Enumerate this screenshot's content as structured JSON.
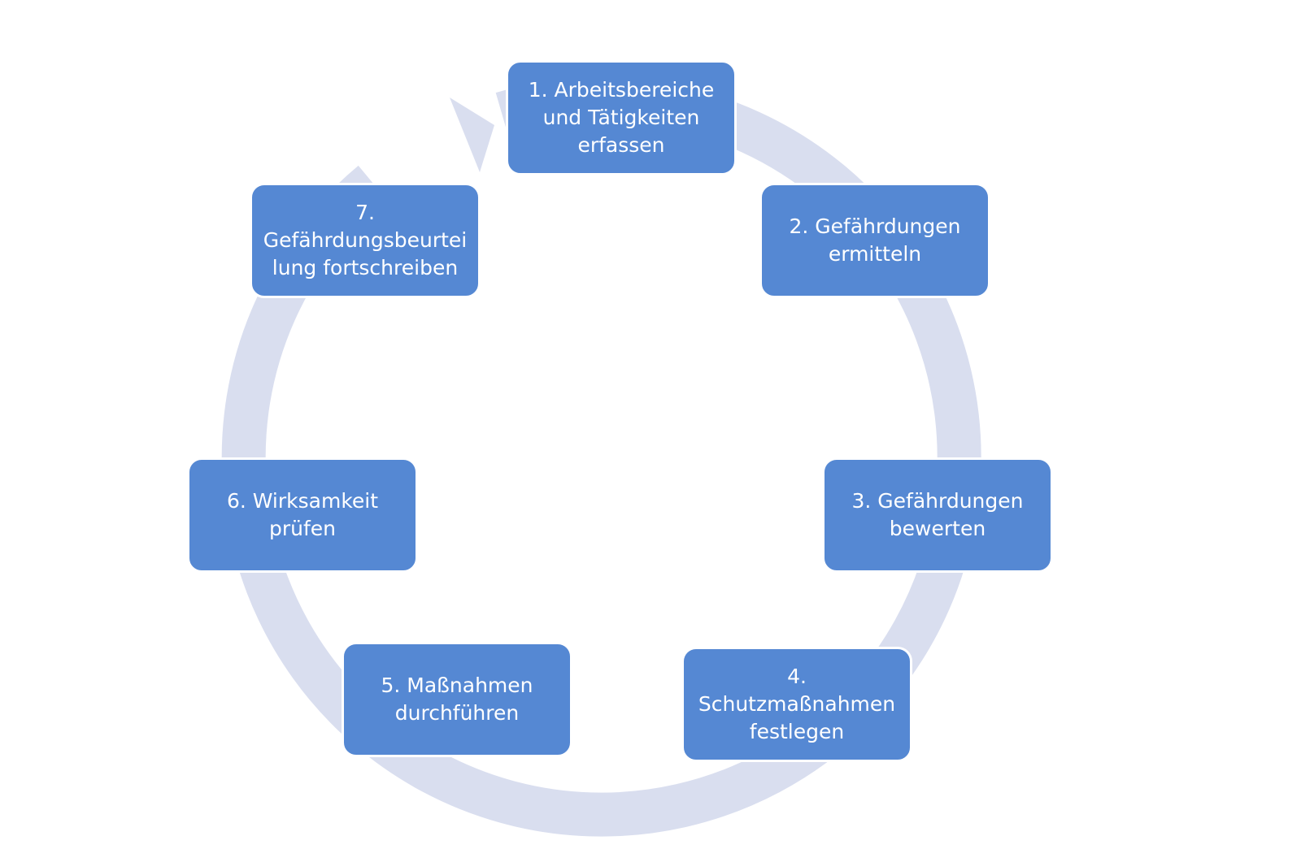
{
  "diagram": {
    "ring_color": "#d9deef",
    "box_color": "#5588d3",
    "text_color": "#ffffff",
    "steps": [
      {
        "label": "1. Arbeitsbereiche\nund Tätigkeiten\nerfassen"
      },
      {
        "label": "2. Gefährdungen\nermitteln"
      },
      {
        "label": "3. Gefährdungen\nbewerten"
      },
      {
        "label": "4.\nSchutzmaßnahmen\nfestlegen"
      },
      {
        "label": "5. Maßnahmen\ndurchführen"
      },
      {
        "label": "6. Wirksamkeit\nprüfen"
      },
      {
        "label": "7.\nGefährdungsbeurtei\nlung fortschreiben"
      }
    ]
  }
}
